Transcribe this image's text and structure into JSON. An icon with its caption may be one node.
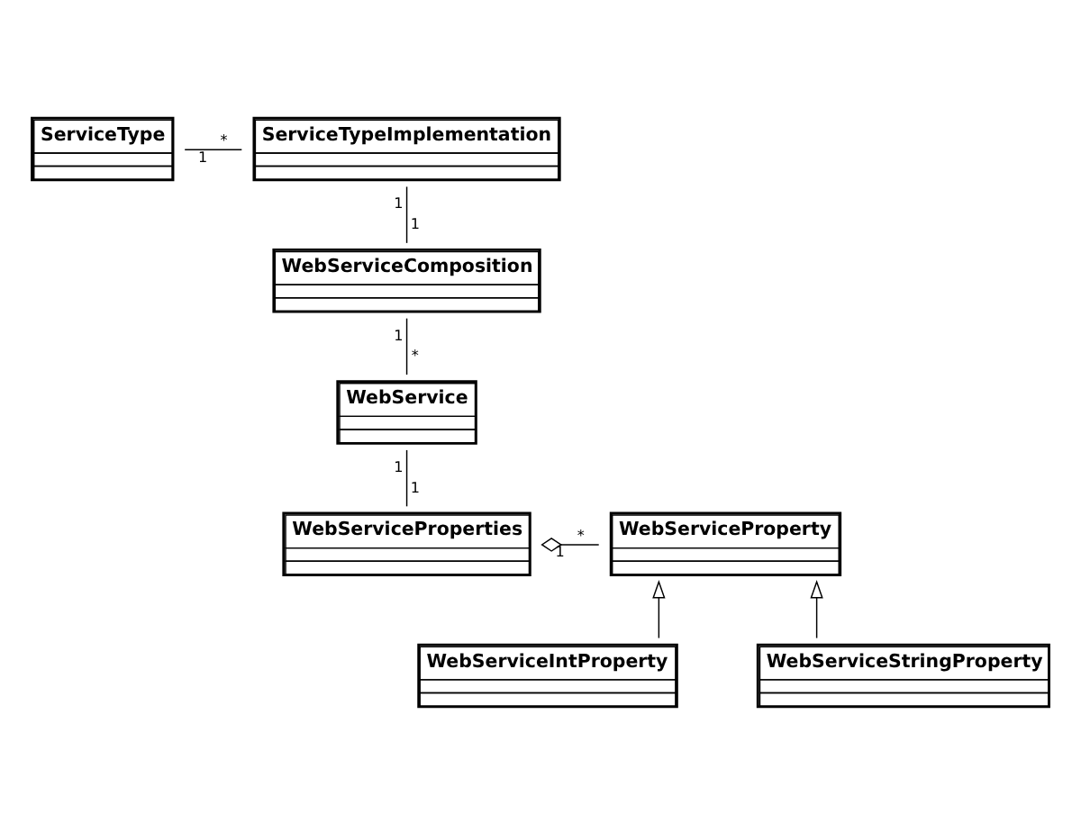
{
  "diagram": {
    "nodes": [
      {
        "text": [
          "ServiceType"
        ]
      },
      {
        "text": [
          "ServiceTypeImplementation"
        ]
      },
      {
        "text": [
          "WebServiceComposition"
        ]
      },
      {
        "text": [
          "WebService"
        ]
      },
      {
        "text": [
          "WebServiceProperties"
        ]
      },
      {
        "text": [
          "WebServiceProperty"
        ]
      },
      {
        "text": [
          "WebServiceIntProperty"
        ]
      },
      {
        "text": [
          "WebServiceStringProperty"
        ]
      }
    ],
    "edges": [
      {
        "from": 0,
        "to": 1,
        "arrow": "none"
      },
      {
        "from": 1,
        "to": 2,
        "arrow": "none"
      },
      {
        "from": 2,
        "to": 3,
        "arrow": "none"
      },
      {
        "from": 3,
        "to": 4,
        "arrow": "none"
      },
      {
        "from": 4,
        "to": 5,
        "arrow": "other"
      },
      {
        "from": 6,
        "to": 5,
        "arrow": "to"
      },
      {
        "from": 7,
        "to": 5,
        "arrow": "to"
      }
    ],
    "labels": [
      "1",
      "*",
      "1",
      "1",
      "1",
      "*",
      "1",
      "1",
      "*",
      "1"
    ]
  }
}
